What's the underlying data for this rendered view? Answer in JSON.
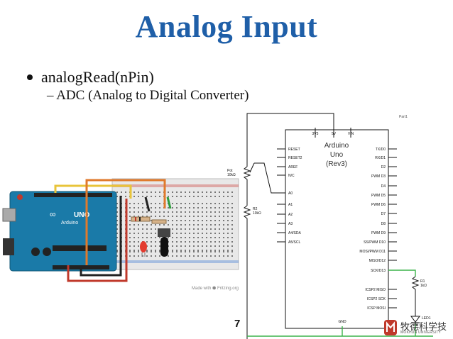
{
  "slide": {
    "title": "Analog Input",
    "bullet_main": "analogRead(nPin)",
    "bullet_sub": "– ADC (Analog to Digital Converter)",
    "slide_number": "7"
  },
  "breadboard": {
    "made_with": "Made with",
    "fritzing": "Fritzing.org",
    "board_label": "UNO",
    "brand": "Arduino"
  },
  "schematic": {
    "part_label": "Part1",
    "chip": [
      "Arduino",
      "Uno",
      "(Rev3)"
    ],
    "top_pins": [
      "3V3",
      "5V",
      "VIN"
    ],
    "left_pins": [
      "RESET",
      "RESET2",
      "AREF",
      "N/C",
      "A0",
      "A1",
      "A2",
      "A3",
      "A4/SDA",
      "A5/SCL"
    ],
    "right_pins": [
      "TX/D0",
      "RX/D1",
      "D2",
      "PWM D3",
      "D4",
      "PWM D5",
      "PWM D6",
      "D7",
      "D8",
      "PWM D9",
      "SS/PWM D10",
      "MOSI/PWM D11",
      "MISO/D12",
      "SCK/D13",
      "ICSP2 MISO",
      "ICSP2 SCK",
      "ICSP MOSI"
    ],
    "bottom_pin": "GND",
    "pot": [
      "Pot",
      "10kΩ"
    ],
    "r2": [
      "R2",
      "10kΩ"
    ],
    "r1": [
      "R1",
      "1kΩ"
    ],
    "led": "LED1"
  },
  "logo": {
    "text_cn": "牧德科学技",
    "text_en": "MOKHUN UNIVERSITY"
  },
  "colors": {
    "title": "#1f5fa8",
    "arduino_board": "#1a7aa8",
    "wire_red": "#c0392b",
    "wire_yellow": "#e8c43a",
    "wire_orange": "#e07a2c",
    "net_green": "#3cb34a"
  }
}
